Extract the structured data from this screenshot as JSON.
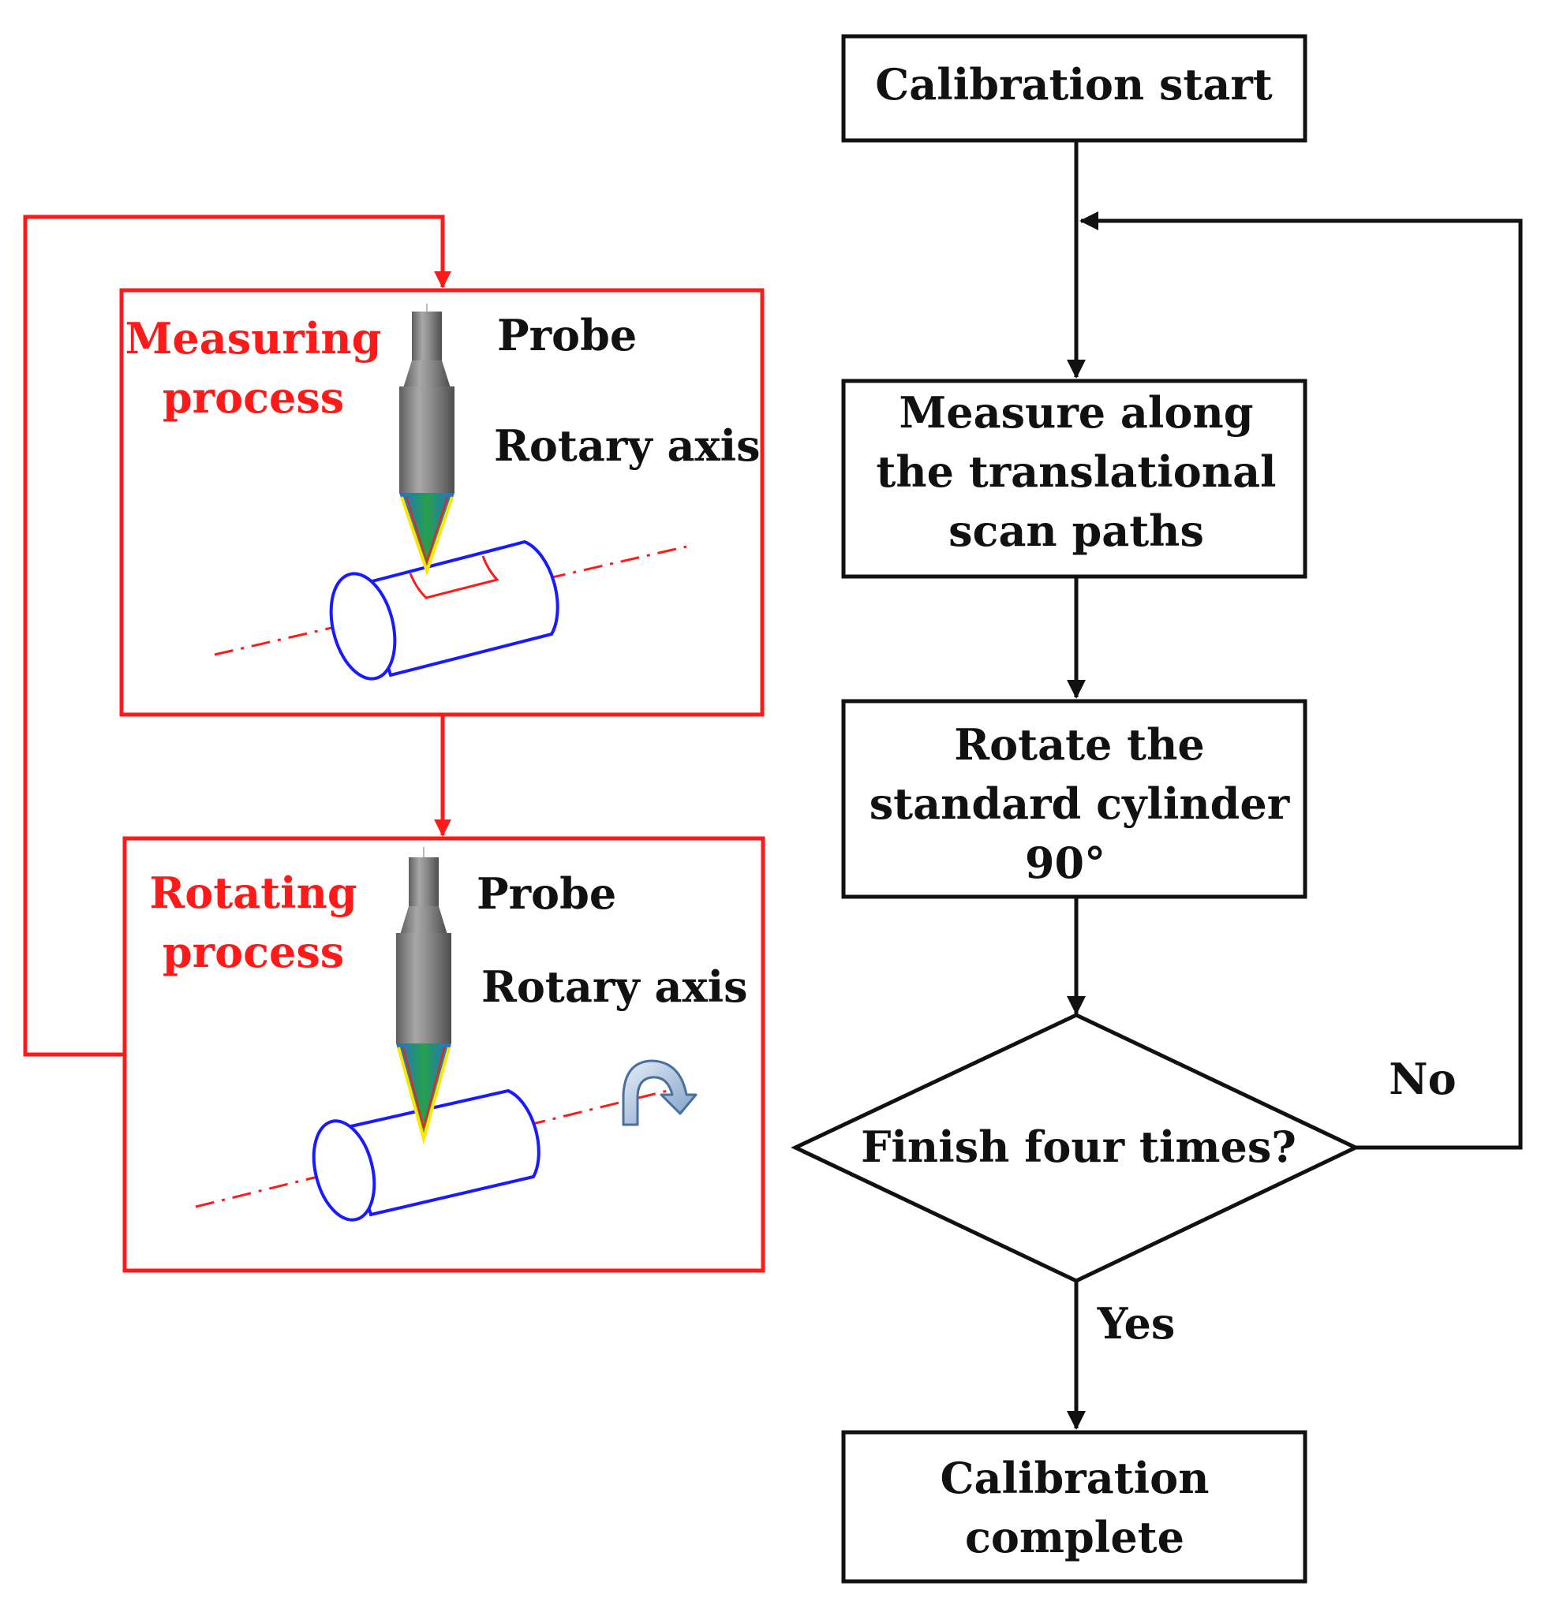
{
  "colors": {
    "highlight": "#ff1a1a",
    "cylinder": "#1a1aff",
    "probe_body": "#7f7f7f",
    "line": "#111111"
  },
  "flowchart": {
    "start": "Calibration start",
    "measure": [
      "Measure along",
      "the translational",
      "scan paths"
    ],
    "rotate": [
      "Rotate the",
      "standard cylinder",
      "90°"
    ],
    "decision": "Finish four times?",
    "no_label": "No",
    "yes_label": "Yes",
    "end": [
      "Calibration",
      "complete"
    ]
  },
  "measuring_panel": {
    "title_line1": "Measuring",
    "title_line2": "process",
    "probe_label": "Probe",
    "axis_label": "Rotary axis"
  },
  "rotating_panel": {
    "title_line1": "Rotating",
    "title_line2": "process",
    "probe_label": "Probe",
    "axis_label": "Rotary axis"
  }
}
